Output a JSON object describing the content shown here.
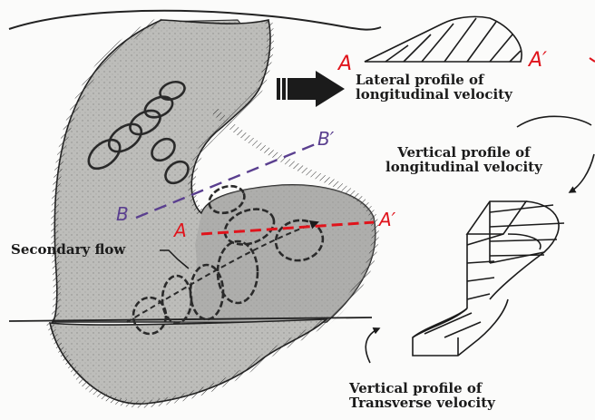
{
  "labels": {
    "lateral_profile": [
      "Lateral profile of",
      "longitudinal velocity"
    ],
    "vertical_longitudinal": [
      "Vertical profile of",
      "longitudinal velocity"
    ],
    "secondary_flow": "Secondary flow",
    "vertical_transverse": [
      "Vertical profile of",
      "Transverse velocity"
    ]
  },
  "handwritten": {
    "a_lateral_start": "A",
    "a_lateral_end": "A′",
    "a_section_start": "A",
    "a_section_end": "A′",
    "b_section_start": "B",
    "b_section_end": "B′"
  },
  "colors": {
    "ink": "#1b1b1b",
    "section_a": "#e0141c",
    "section_b": "#5a3f8f",
    "channel_fill": "#b9b9b6",
    "channel_dark": "#9c9c99"
  },
  "icons": {
    "direction_arrow": "block-right-arrow"
  }
}
